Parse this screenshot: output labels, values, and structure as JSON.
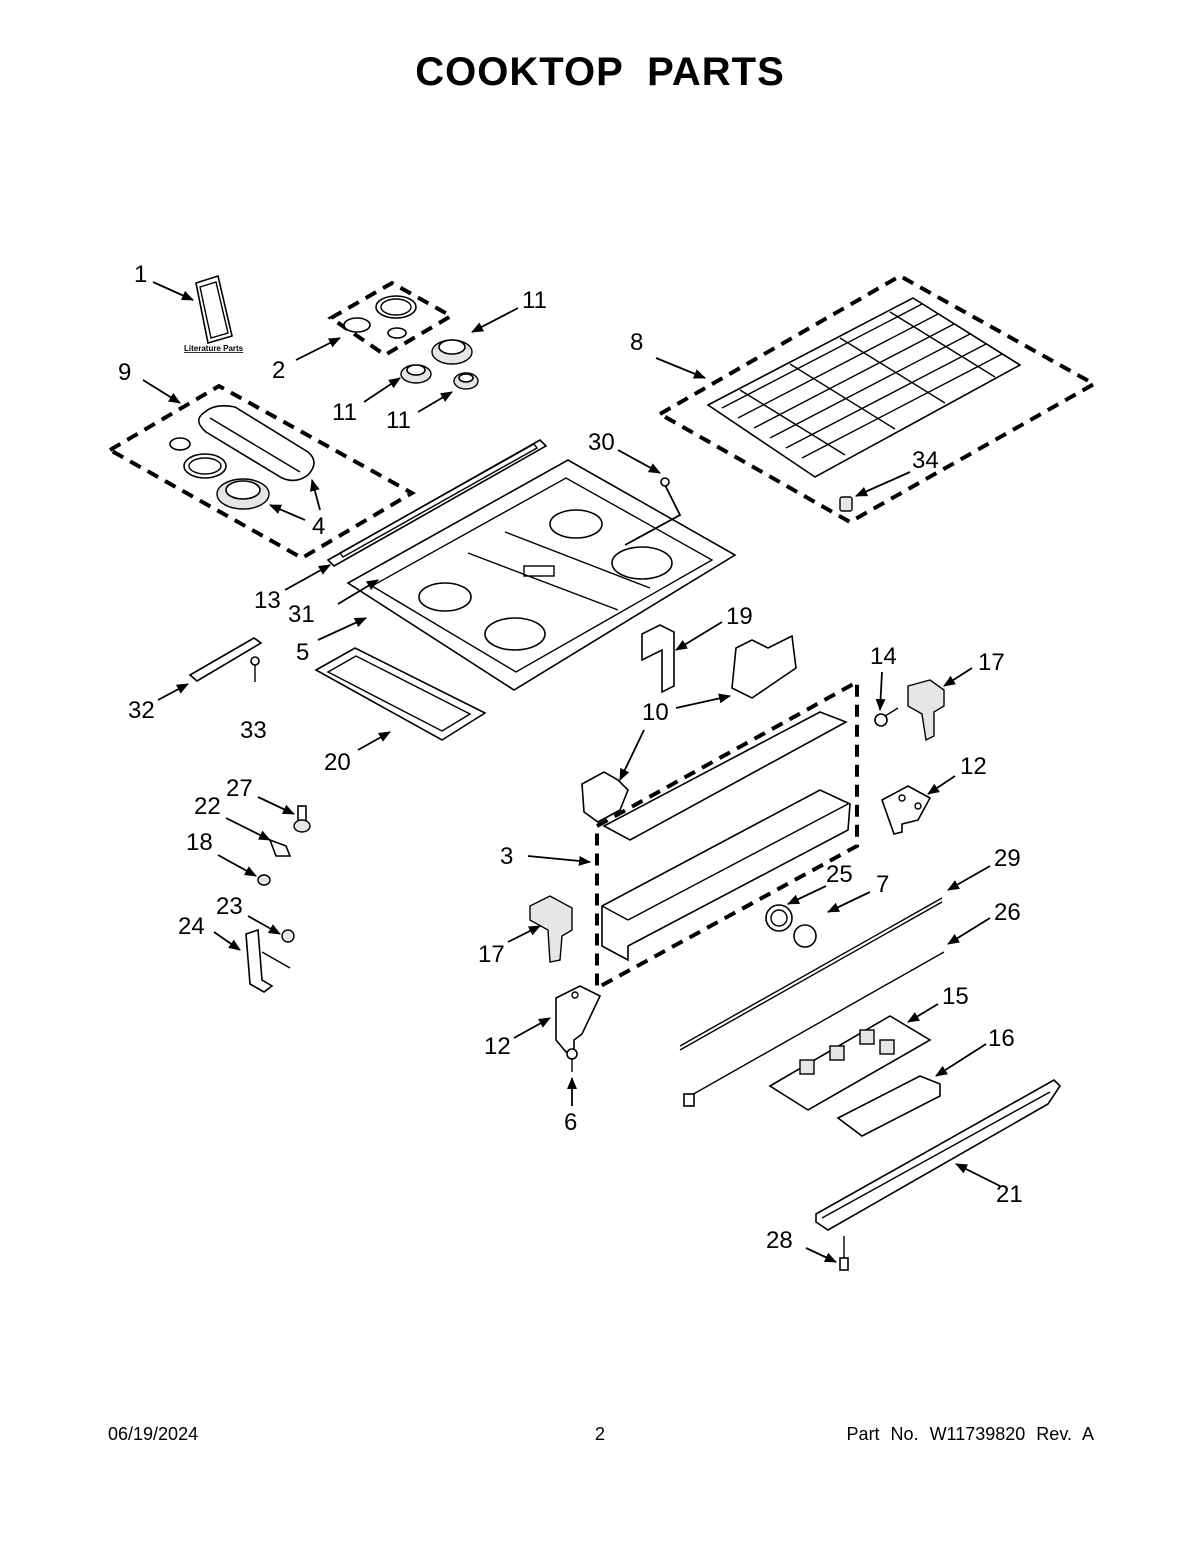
{
  "title": "COOKTOP PARTS",
  "literature_label": "Literature Parts",
  "footer": {
    "date": "06/19/2024",
    "page": "2",
    "part_no": "Part No.  W11739820  Rev.  A"
  },
  "callouts": [
    "1",
    "2",
    "3",
    "4",
    "5",
    "6",
    "7",
    "8",
    "9",
    "10",
    "11",
    "11",
    "11",
    "12",
    "12",
    "13",
    "14",
    "15",
    "16",
    "17",
    "17",
    "18",
    "19",
    "20",
    "21",
    "22",
    "23",
    "24",
    "25",
    "26",
    "27",
    "28",
    "29",
    "30",
    "31",
    "32",
    "33",
    "34"
  ]
}
